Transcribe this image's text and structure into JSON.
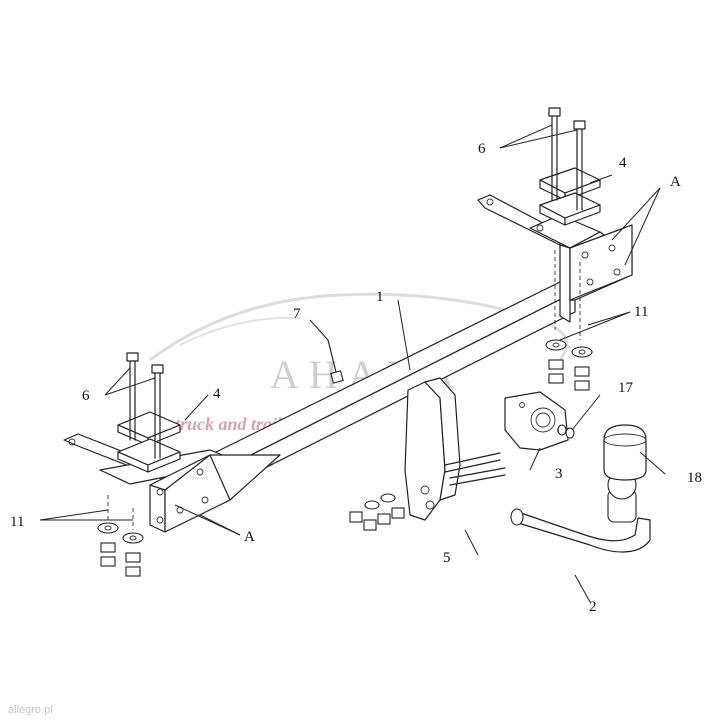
{
  "diagram": {
    "callouts": {
      "c1": "1",
      "c2": "2",
      "c3": "3",
      "c4_top": "4",
      "c4_left": "4",
      "c5": "5",
      "c6_top": "6",
      "c6_left": "6",
      "c7": "7",
      "c11_right": "11",
      "c11_left": "11",
      "c17": "17",
      "c18": "18",
      "cA_top": "A",
      "cA_bottom": "A"
    },
    "watermark": {
      "brand": "AHAKA",
      "tagline": "truck and trailer"
    },
    "corner_mark": "allegro.pl"
  },
  "colors": {
    "line": "#222222",
    "watermark": "#cfcfcf",
    "watermark_tagline": "#d9a3a3"
  }
}
